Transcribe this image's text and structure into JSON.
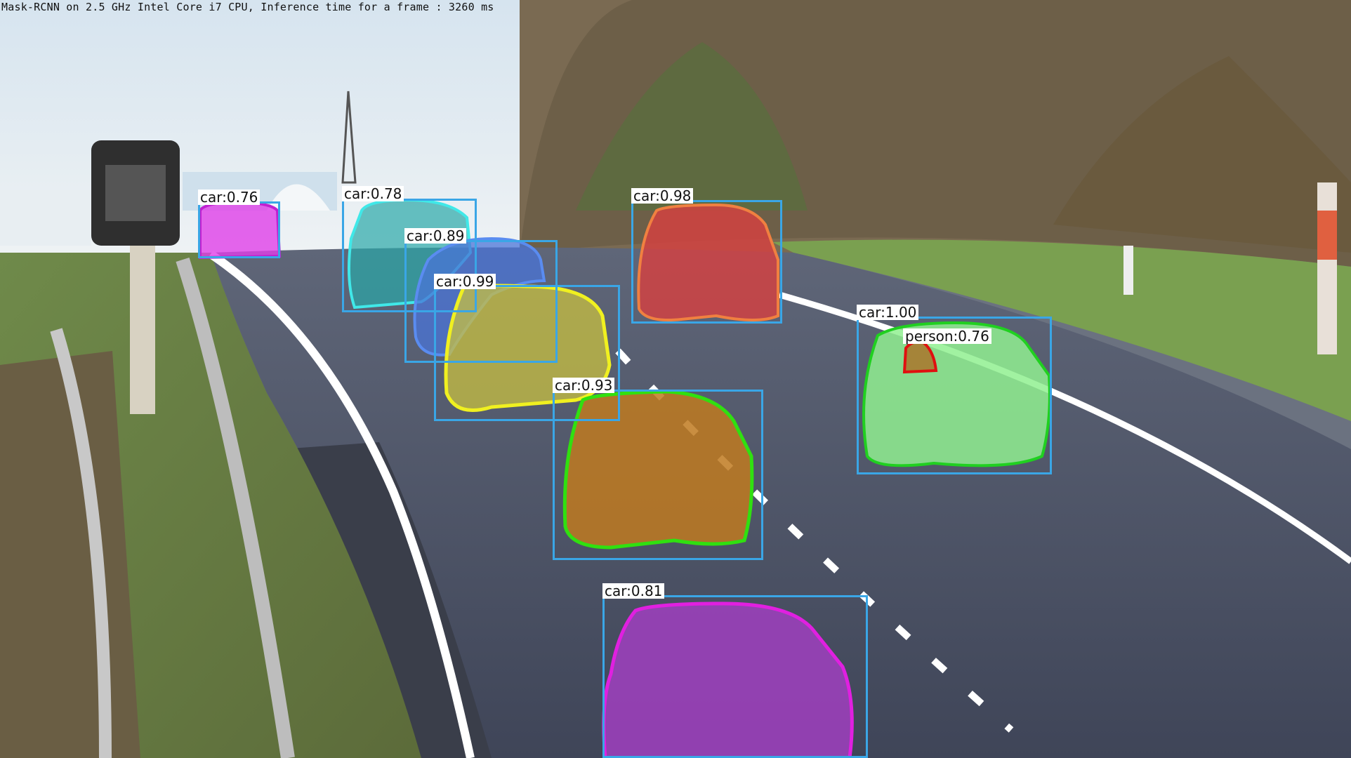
{
  "header": {
    "caption": "Mask-RCNN on 2.5 GHz Intel Core i7 CPU, Inference time for a frame : 3260 ms"
  },
  "colors": {
    "bbox": "#3aa6e6",
    "label_bg": "#ffffff"
  },
  "detections": [
    {
      "label": "car:0.76",
      "mask_color": "#e040e8",
      "outline_color": "#c020d0"
    },
    {
      "label": "car:0.78",
      "mask_color": "#2aa8a8",
      "outline_color": "#40e8e8"
    },
    {
      "label": "car:0.89",
      "mask_color": "#4a74d8",
      "outline_color": "#5a8cf0"
    },
    {
      "label": "car:0.99",
      "mask_color": "#c8c040",
      "outline_color": "#f0f020"
    },
    {
      "label": "car:0.98",
      "mask_color": "#d84040",
      "outline_color": "#f08040"
    },
    {
      "label": "car:1.00",
      "mask_color": "#90f090",
      "outline_color": "#20d020"
    },
    {
      "label": "person:0.76",
      "mask_color": "#a87a30",
      "outline_color": "#e01010"
    },
    {
      "label": "car:0.93",
      "mask_color": "#c07a20",
      "outline_color": "#30e010"
    },
    {
      "label": "car:0.81",
      "mask_color": "#a040c0",
      "outline_color": "#e020e0"
    }
  ]
}
